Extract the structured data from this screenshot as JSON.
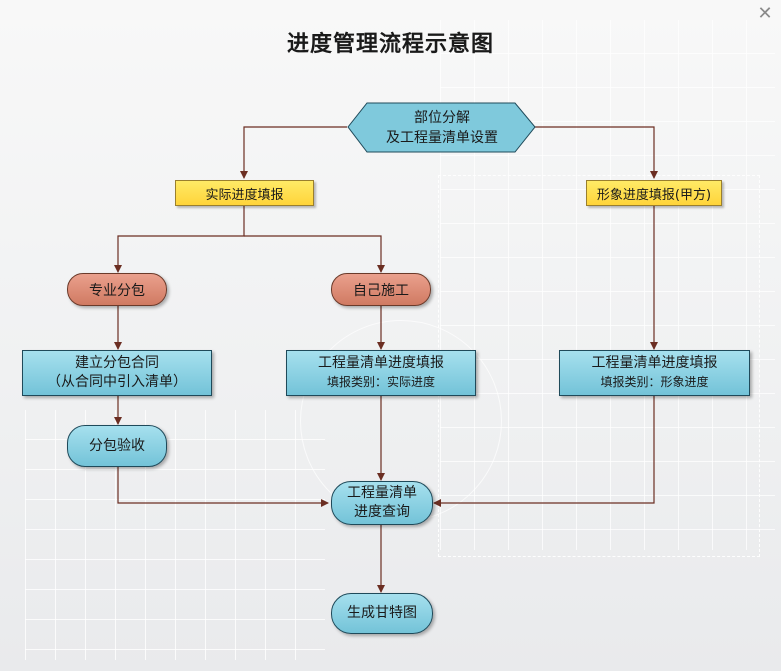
{
  "title": "进度管理流程示意图",
  "window": {
    "close_glyph": "✕"
  },
  "colors": {
    "connector": "#6b2e22",
    "hex_fill": "#7fc9dc",
    "yellow_fill": "#ffde4f",
    "brown_fill": "#df8a73",
    "blue_fill": "#8dd2e4"
  },
  "nodes": {
    "start": {
      "line1": "部位分解",
      "line2": "及工程量清单设置"
    },
    "actual_report": {
      "label": "实际进度填报"
    },
    "visual_report": {
      "label": "形象进度填报(甲方)"
    },
    "subcontract": {
      "label": "专业分包"
    },
    "self_build": {
      "label": "自己施工"
    },
    "contract": {
      "line1": "建立分包合同",
      "line2": "（从合同中引入清单）"
    },
    "actual_fill": {
      "line1": "工程量清单进度填报",
      "line2": "填报类别：实际进度"
    },
    "visual_fill": {
      "line1": "工程量清单进度填报",
      "line2": "填报类别：形象进度"
    },
    "acceptance": {
      "label": "分包验收"
    },
    "query": {
      "line1": "工程量清单",
      "line2": "进度查询"
    },
    "gantt": {
      "label": "生成甘特图"
    }
  }
}
